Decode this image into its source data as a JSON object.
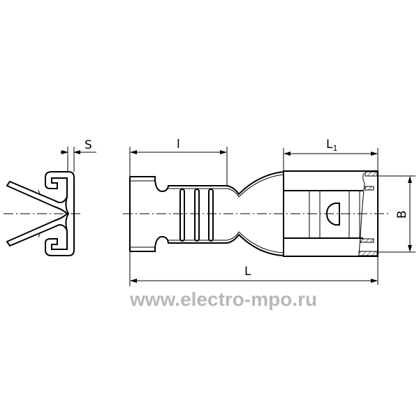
{
  "drawing": {
    "labels": {
      "thickness": "S",
      "contact_length": "l",
      "sleeve_length": "L",
      "sleeve_length_sub": "1",
      "width": "B",
      "total_length": "L"
    },
    "watermark": "www.electro-mpo.ru",
    "colors": {
      "line": "#000000",
      "watermark": "#b8b8b8"
    }
  }
}
